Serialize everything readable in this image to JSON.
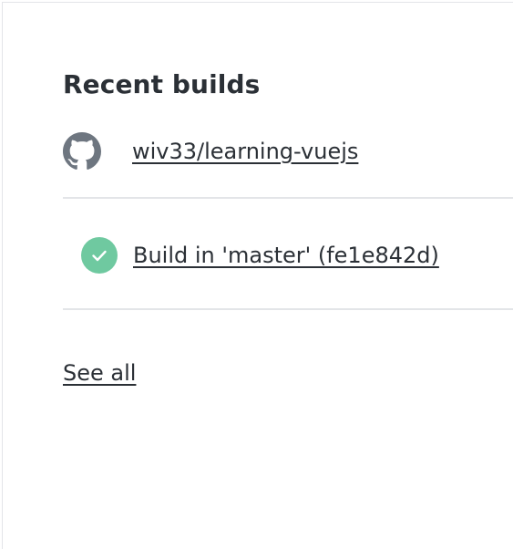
{
  "panel": {
    "title": "Recent builds",
    "repository": {
      "icon": "github-icon",
      "name": "wiv33/learning-vuejs"
    },
    "builds": [
      {
        "status": "success",
        "status_icon": "check-circle-icon",
        "status_color": "#6fc9a0",
        "label": "Build in 'master' (fe1e842d)"
      }
    ],
    "see_all_label": "See all"
  },
  "colors": {
    "text": "#2b3036",
    "divider": "#e3e5e8",
    "icon_gray": "#6e7680",
    "success": "#6fc9a0"
  }
}
